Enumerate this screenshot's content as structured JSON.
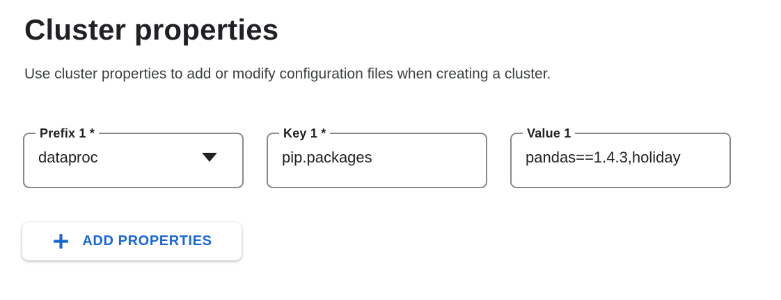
{
  "page": {
    "title": "Cluster properties",
    "description": "Use cluster properties to add or modify configuration files when creating a cluster."
  },
  "fields": {
    "prefix": {
      "label": "Prefix 1 *",
      "value": "dataproc",
      "control": "dropdown"
    },
    "key": {
      "label": "Key 1 *",
      "value": "pip.packages",
      "control": "text-input"
    },
    "value": {
      "label": "Value 1",
      "value": "pandas==1.4.3,holiday",
      "control": "text-input"
    }
  },
  "actions": {
    "add_properties": {
      "label": "ADD PROPERTIES",
      "icon": "plus-icon"
    }
  },
  "colors": {
    "accent_blue": "#1967d2",
    "field_border_gray": "#85898e",
    "text_dark": "#202124",
    "text_body": "#3c4043",
    "background": "#ffffff"
  }
}
